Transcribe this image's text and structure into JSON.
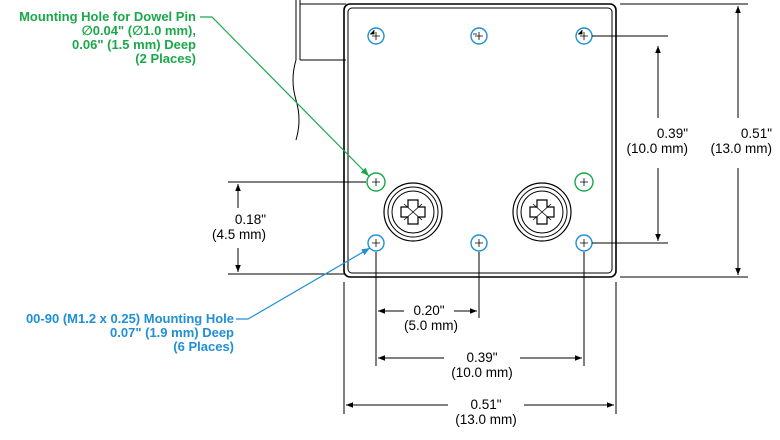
{
  "callouts": {
    "dowel": {
      "lines": [
        "Mounting Hole for Dowel Pin",
        "∅0.04\" (∅1.0 mm),",
        "0.06\" (1.5 mm) Deep",
        "(2 Places)"
      ],
      "color": "#1aa84a"
    },
    "mount": {
      "lines": [
        "00-90 (M1.2 x 0.25) Mounting Hole",
        "0.07\" (1.9 mm) Deep",
        "(6 Places)"
      ],
      "color": "#1f8fd6"
    }
  },
  "dimensions": {
    "hole_pitch_vertical": [
      "0.39\"",
      "(10.0 mm)"
    ],
    "body_height": [
      "0.51\"",
      "(13.0 mm)"
    ],
    "hole_offset_vertical": [
      "0.18\"",
      "(4.5 mm)"
    ],
    "hole_offset_horizontal": [
      "0.20\"",
      "(5.0 mm)"
    ],
    "hole_pitch_horizontal": [
      "0.39\"",
      "(10.0 mm)"
    ],
    "body_width": [
      "0.51\"",
      "(13.0 mm)"
    ]
  },
  "colors": {
    "dowel_hole": "#1aa84a",
    "mounting_hole": "#1f8fd6",
    "line": "#000000"
  }
}
